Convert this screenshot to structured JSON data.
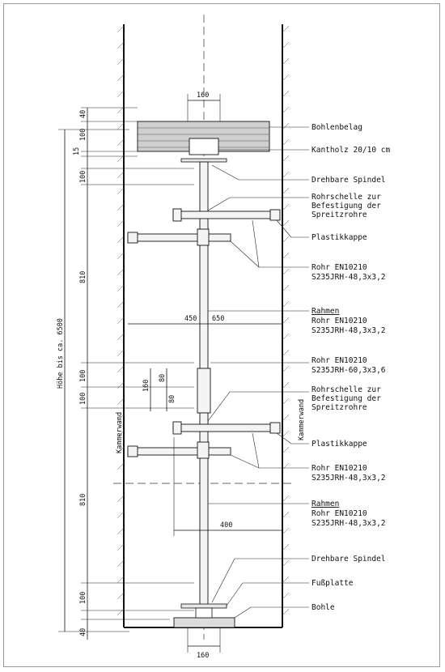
{
  "dimensions": {
    "top_width": "160",
    "bottom_width": "160",
    "total_height": "Höhe bis ca. 6500",
    "d40_top": "40",
    "d100_a": "100",
    "d15": "15",
    "d100_b": "100",
    "d810_top": "810",
    "d100_c": "100",
    "d100_d": "100",
    "d810_bottom": "810",
    "d100_e": "100",
    "d40_bottom": "40",
    "h450": "450",
    "h650": "650",
    "h400": "400",
    "v160": "160",
    "v80a": "80",
    "v80b": "80"
  },
  "wall_labels": {
    "left": "Kammerwand",
    "right": "Kammerwand"
  },
  "callouts": [
    {
      "lines": [
        "Bohlenbelag"
      ]
    },
    {
      "lines": [
        "Kantholz 20/10 cm"
      ]
    },
    {
      "lines": [
        "Drehbare Spindel"
      ]
    },
    {
      "lines": [
        "Rohrschelle zur",
        "Befestigung der",
        "Spreitzrohre"
      ]
    },
    {
      "lines": [
        "Plastikkappe"
      ]
    },
    {
      "lines": [
        "Rohr EN10210",
        "S235JRH-48,3x3,2"
      ]
    },
    {
      "lines": [
        "Rahmen",
        "Rohr EN10210",
        "S235JRH-48,3x3,2"
      ]
    },
    {
      "lines": [
        "Rohr EN10210",
        "S235JRH-60,3x3,6"
      ]
    },
    {
      "lines": [
        "Rohrschelle zur",
        "Befestigung der",
        "Spreitzrohre"
      ]
    },
    {
      "lines": [
        "Plastikkappe"
      ]
    },
    {
      "lines": [
        "Rohr EN10210",
        "S235JRH-48,3x3,2"
      ]
    },
    {
      "lines": [
        "Rahmen",
        "Rohr EN10210",
        "S235JRH-48,3x3,2"
      ]
    },
    {
      "lines": [
        "Drehbare Spindel"
      ]
    },
    {
      "lines": [
        "Fußplatte"
      ]
    },
    {
      "lines": [
        "Bohle"
      ]
    }
  ]
}
